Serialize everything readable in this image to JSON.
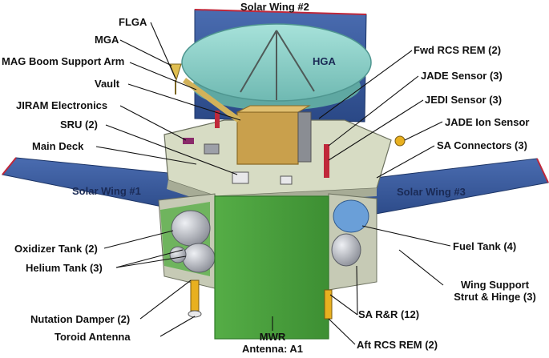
{
  "labels": {
    "solar_wing_2": "Solar Wing #2",
    "solar_wing_1": "Solar Wing #1",
    "solar_wing_3": "Solar Wing #3",
    "hga": "HGA",
    "flga": "FLGA",
    "mga": "MGA",
    "mag_boom": "MAG Boom Support Arm",
    "vault": "Vault",
    "jiram": "JIRAM Electronics",
    "sru": "SRU (2)",
    "main_deck": "Main Deck",
    "oxidizer_tank": "Oxidizer Tank (2)",
    "helium_tank": "Helium Tank (3)",
    "nutation_damper": "Nutation Damper (2)",
    "toroid_antenna": "Toroid Antenna",
    "mwr_line1": "MWR",
    "mwr_line2": "Antenna: A1",
    "fwd_rcs": "Fwd RCS REM (2)",
    "jade_sensor": "JADE Sensor (3)",
    "jedi_sensor": "JEDI Sensor (3)",
    "jade_ion": "JADE Ion Sensor",
    "sa_connectors": "SA Connectors (3)",
    "fuel_tank": "Fuel Tank (4)",
    "wing_support_line1": "Wing Support",
    "wing_support_line2": "Strut & Hinge (3)",
    "sa_rr": "SA R&R (12)",
    "aft_rcs": "Aft RCS REM (2)"
  },
  "colors": {
    "solar_panel": "#3a5a9c",
    "solar_panel_dark": "#233f7a",
    "solar_edge": "#c0283a",
    "hga_dish": "#8fd3cc",
    "hga_rim": "#5fa8a2",
    "deck": "#d7dcc4",
    "body_green": "#4ea640",
    "body_green_dark": "#2f7a28",
    "vault_gold": "#c9a04c",
    "gold_dark": "#8a6a25",
    "tank_grey": "#b9bcc4",
    "tank_blue": "#5a8fd0",
    "leader": "#111111"
  }
}
